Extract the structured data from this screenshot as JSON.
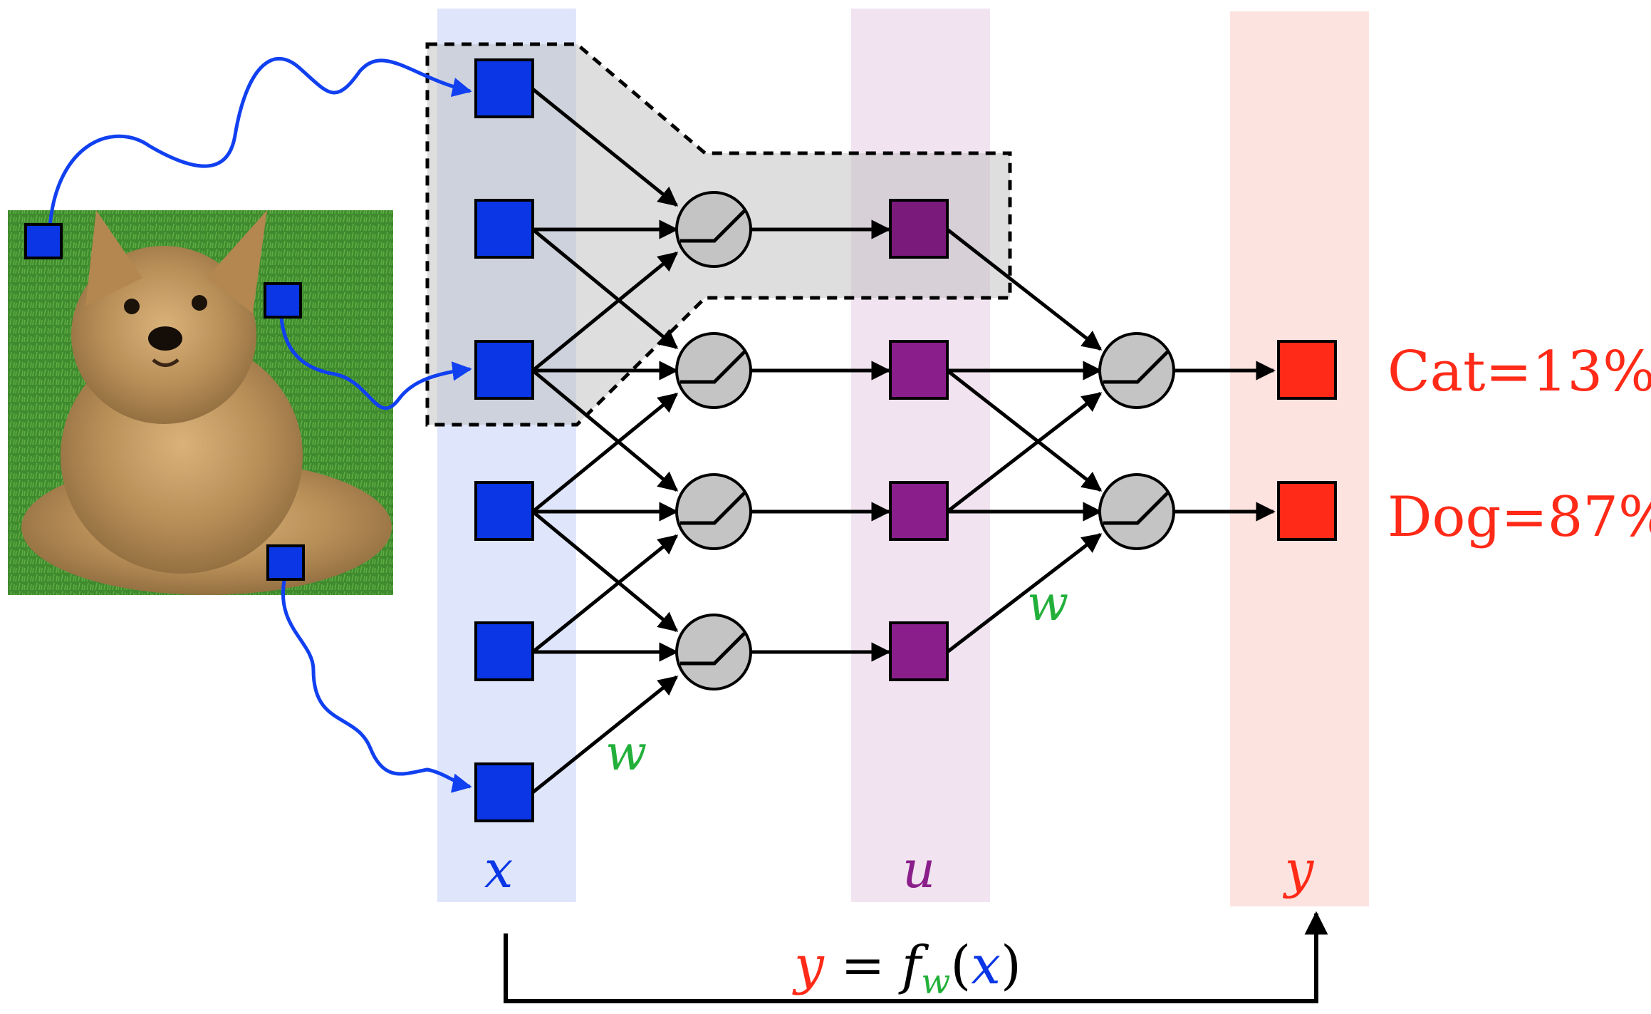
{
  "colors": {
    "input": "#0a36e6",
    "hidden": "#8a1e8a",
    "output": "#ff2a17",
    "weight": "#22b03a",
    "wire": "#1040f0",
    "neuron_fill": "#c4c4c4",
    "band_x": "#dfe6fb",
    "band_u": "#f1e4f0",
    "band_y": "#fde3e0",
    "receptive_field": "#bdbdbd"
  },
  "labels": {
    "x": "x",
    "u": "u",
    "y": "y",
    "weight_1": "w",
    "weight_2": "w"
  },
  "outputs": [
    {
      "name": "Cat",
      "sep": "=",
      "value": "13%"
    },
    {
      "name": "Dog",
      "sep": "=",
      "value": "87%"
    }
  ],
  "formula": {
    "y": "y",
    "eq": " = ",
    "f": "f",
    "sub": "w",
    "open": "(",
    "x": "x",
    "close": ")"
  },
  "image": {
    "subject": "dog-photo",
    "background": "grass"
  },
  "icons": {
    "neuron": "relu-neuron-icon",
    "input_pixel": "input-pixel-icon"
  }
}
